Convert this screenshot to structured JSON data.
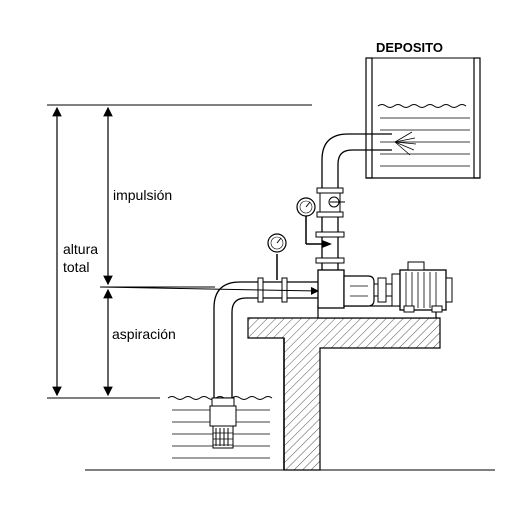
{
  "labels": {
    "tank_title": "DEPOSITO",
    "discharge": "impulsión",
    "suction": "aspiración",
    "total_head_line1": "altura",
    "total_head_line2": "total"
  },
  "colors": {
    "line": "#000000",
    "hatch": "#555555",
    "water": "#000000",
    "background": "#ffffff"
  },
  "icons": [
    "pressure-gauge-icon",
    "vacuum-gauge-icon",
    "electric-motor-icon",
    "gate-valve-icon",
    "foot-valve-strainer-icon"
  ]
}
